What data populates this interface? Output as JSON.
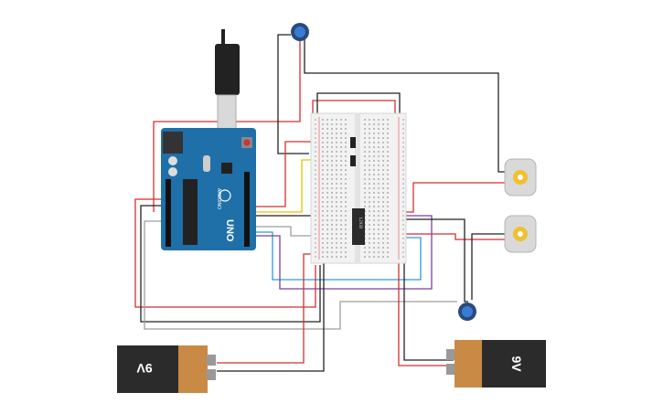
{
  "canvas": {
    "background": "#ffffff"
  },
  "arduino": {
    "board_label": "UNO",
    "brand_label": "ARDUINO",
    "board_color": "#1f6fa8",
    "usb_plug_color": "#222222"
  },
  "breadboard": {
    "color": "#f2f2f2"
  },
  "driver_chip": {
    "label": "L293D",
    "color": "#2b2b2b"
  },
  "battery_left": {
    "label": "9V",
    "body_color": "#2b2b2b",
    "cap_color": "#c98a45"
  },
  "battery_right": {
    "label": "9V",
    "body_color": "#2b2b2b",
    "cap_color": "#c98a45"
  },
  "motors": [
    {
      "id": "motor-1"
    },
    {
      "id": "motor-2"
    }
  ],
  "potentiometers": [
    {
      "id": "pot-top"
    },
    {
      "id": "pot-bottom"
    }
  ],
  "wire_colors": {
    "red": "#d32f2f",
    "black": "#222222",
    "gray": "#9e9e9e",
    "yellow": "#e6c200",
    "purple": "#7b3fa0",
    "blue": "#2e9ad0"
  }
}
